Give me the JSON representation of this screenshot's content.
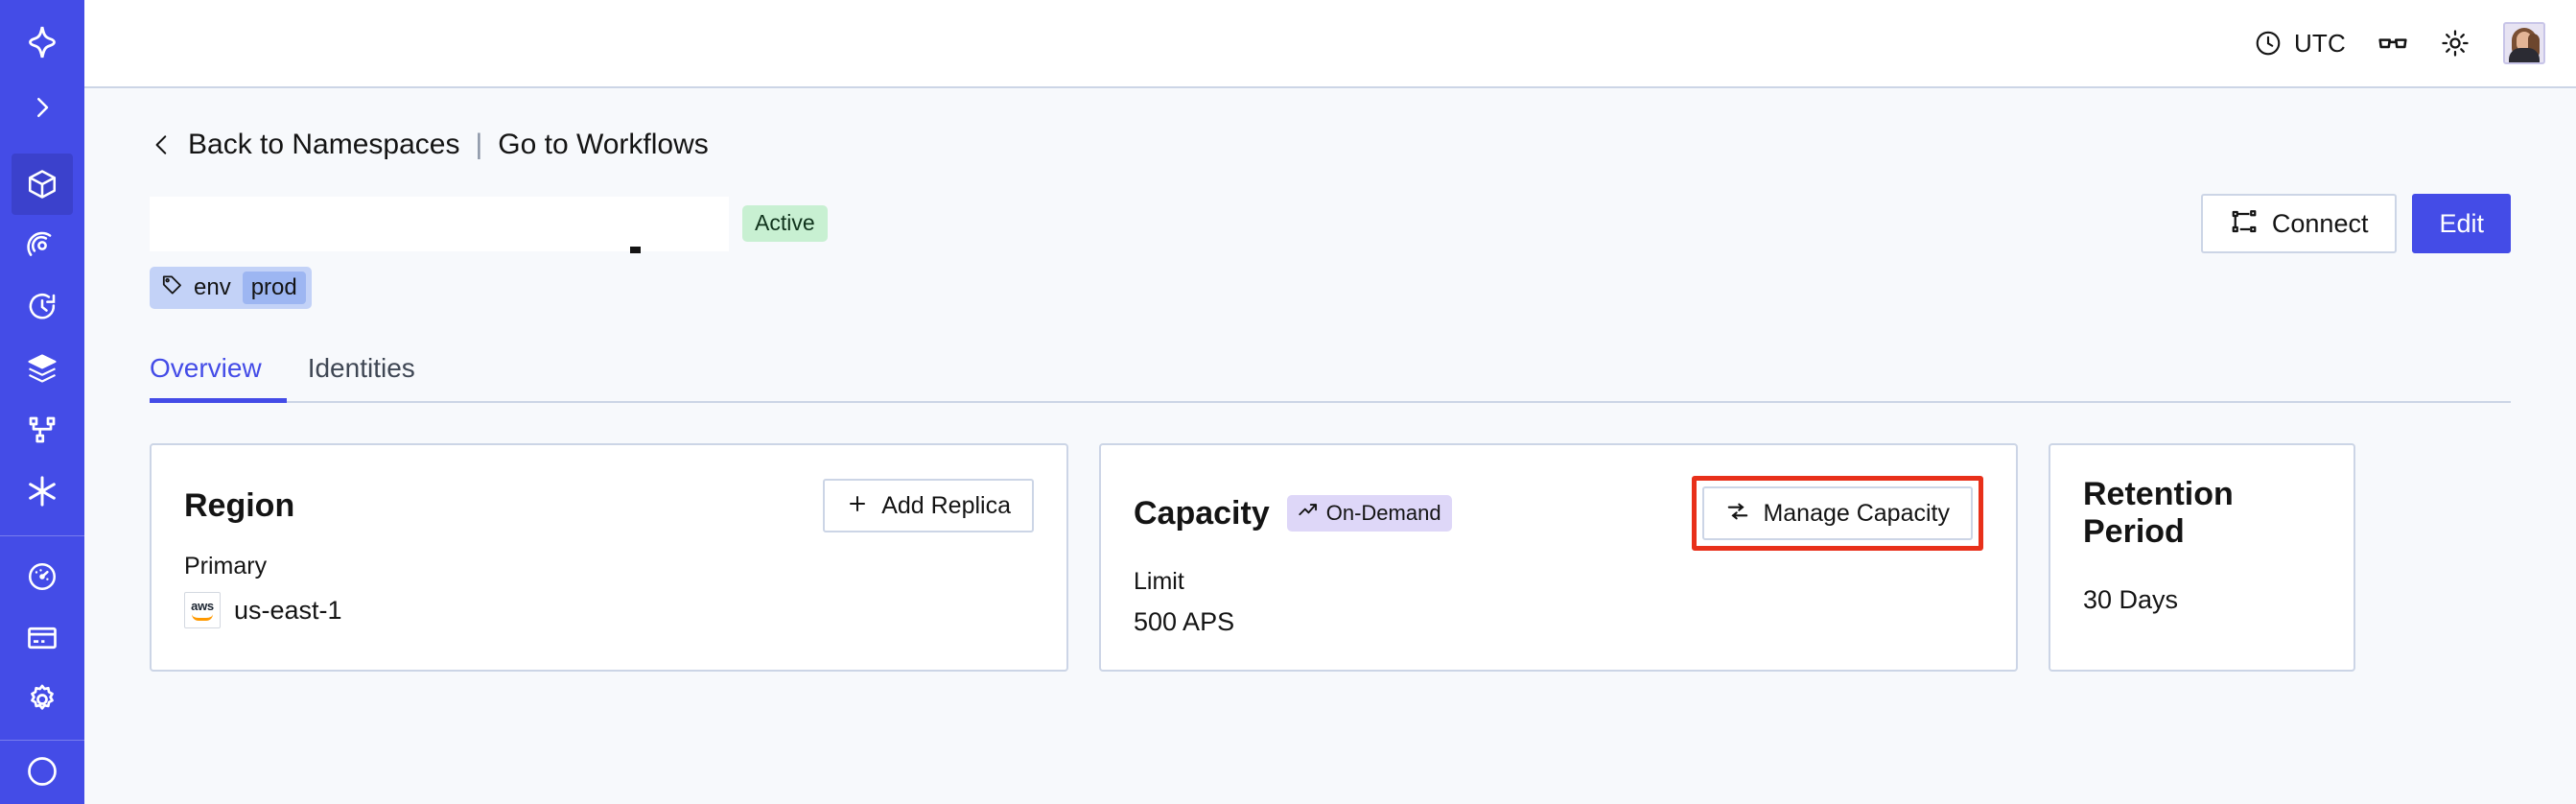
{
  "sidebar": {
    "logo_icon": "temporal-star-logo-icon",
    "expand_label": "expand-sidebar",
    "items": [
      {
        "icon": "cube-icon",
        "name": "namespaces",
        "active": true
      },
      {
        "icon": "eye-radar-icon",
        "name": "observe",
        "active": false
      },
      {
        "icon": "timer-icon",
        "name": "schedules",
        "active": false
      },
      {
        "icon": "layers-icon",
        "name": "deployments",
        "active": false
      },
      {
        "icon": "git-branch-icon",
        "name": "workflows",
        "active": false
      },
      {
        "icon": "asterisk-icon",
        "name": "nexus",
        "active": false
      }
    ],
    "bottom_items": [
      {
        "icon": "gauge-icon",
        "name": "usage"
      },
      {
        "icon": "credit-card-icon",
        "name": "billing"
      },
      {
        "icon": "gear-icon",
        "name": "settings"
      }
    ]
  },
  "header": {
    "timezone_label": "UTC",
    "timezone_icon": "clock-icon",
    "glasses_icon": "glasses-icon",
    "theme_icon": "sun-icon",
    "avatar_icon": "user-avatar"
  },
  "breadcrumb": {
    "back_icon": "chevron-left-icon",
    "back_label": "Back to Namespaces",
    "separator": "|",
    "forward_label": "Go to Workflows"
  },
  "namespace": {
    "title": "",
    "title_redacted": true,
    "status_badge": "Active",
    "tag": {
      "icon": "tag-icon",
      "key": "env",
      "value": "prod"
    }
  },
  "actions": {
    "connect_label": "Connect",
    "connect_icon": "connect-flow-icon",
    "edit_label": "Edit"
  },
  "tabs": [
    {
      "label": "Overview",
      "active": true
    },
    {
      "label": "Identities",
      "active": false
    }
  ],
  "cards": {
    "region": {
      "title": "Region",
      "action_label": "Add Replica",
      "action_icon": "plus-icon",
      "label": "Primary",
      "provider_icon": "aws-logo",
      "provider_text": "aws",
      "value": "us-east-1"
    },
    "capacity": {
      "title": "Capacity",
      "badge_label": "On-Demand",
      "badge_icon": "trend-up-arrow-icon",
      "action_label": "Manage Capacity",
      "action_icon": "sliders-icon",
      "action_highlighted": true,
      "label": "Limit",
      "value": "500 APS"
    },
    "retention": {
      "title": "Retention Period",
      "value": "30 Days"
    }
  },
  "colors": {
    "brand": "#444ce7",
    "sidebar_active": "#3b41cc",
    "page_bg": "#f7f9fc",
    "card_border": "#ccd5e6",
    "status_active_bg": "#c8f0d2",
    "badge_ondemand_bg": "#ded7f8",
    "tag_bg": "#c3d2f7",
    "tag_value_bg": "#9db6f2",
    "highlight_outline": "#e8301a",
    "aws_orange": "#ff9900"
  }
}
